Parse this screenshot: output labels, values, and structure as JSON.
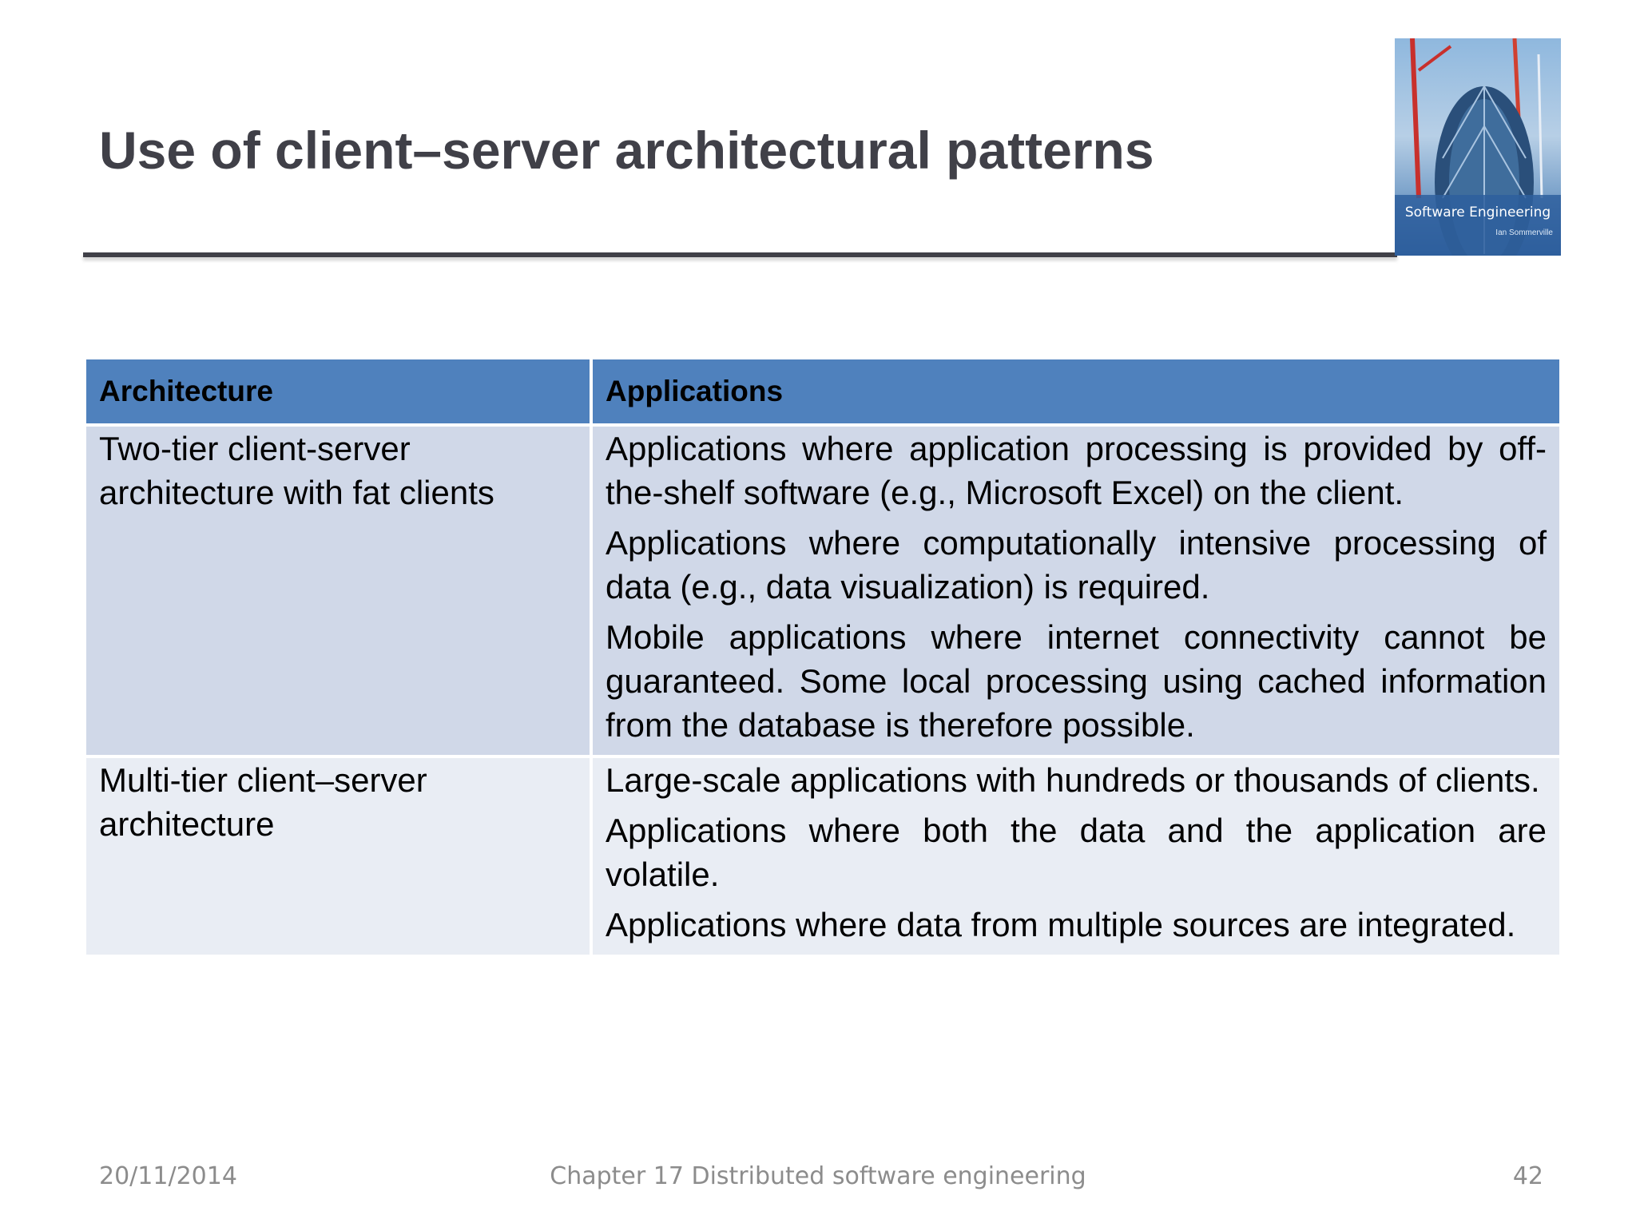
{
  "slide": {
    "title": "Use of client–server architectural patterns"
  },
  "cover": {
    "title": "Software Engineering",
    "author": "Ian Sommerville"
  },
  "table": {
    "headers": [
      "Architecture",
      "Applications"
    ],
    "rows": [
      {
        "architecture": "Two-tier client-server architecture with fat clients",
        "applications": [
          "Applications where application processing is provided by off-the-shelf software (e.g., Microsoft Excel) on the client.",
          "Applications where computationally intensive processing of data (e.g., data visualization) is required.",
          "Mobile applications where internet connectivity cannot be guaranteed. Some local processing using cached information from the database is therefore possible."
        ]
      },
      {
        "architecture": "Multi-tier client–server architecture",
        "applications": [
          "Large-scale applications with hundreds or thousands of clients.",
          "Applications where both the data and the application are volatile.",
          "Applications where data from multiple sources are integrated."
        ]
      }
    ]
  },
  "footer": {
    "date": "20/11/2014",
    "chapter": "Chapter 17 Distributed software engineering",
    "page": "42"
  }
}
